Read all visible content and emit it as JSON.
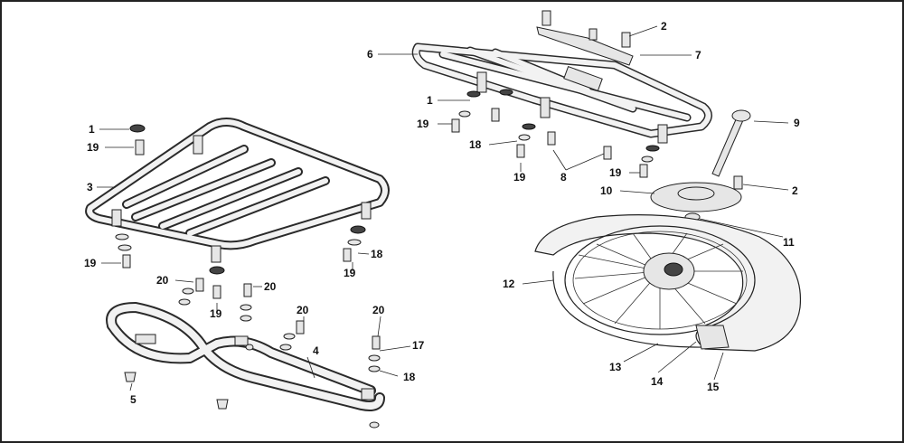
{
  "callouts": [
    {
      "id": "c1a",
      "text": "1"
    },
    {
      "id": "c19a",
      "text": "19"
    },
    {
      "id": "c3",
      "text": "3"
    },
    {
      "id": "c19b",
      "text": "19"
    },
    {
      "id": "c20a",
      "text": "20"
    },
    {
      "id": "c19c",
      "text": "19"
    },
    {
      "id": "c20b",
      "text": "20"
    },
    {
      "id": "c18a",
      "text": "18"
    },
    {
      "id": "c19d",
      "text": "19"
    },
    {
      "id": "c20c",
      "text": "20"
    },
    {
      "id": "c20d",
      "text": "20"
    },
    {
      "id": "c17",
      "text": "17"
    },
    {
      "id": "c18b",
      "text": "18"
    },
    {
      "id": "c4",
      "text": "4"
    },
    {
      "id": "c5",
      "text": "5"
    },
    {
      "id": "c6",
      "text": "6"
    },
    {
      "id": "c2a",
      "text": "2"
    },
    {
      "id": "c7",
      "text": "7"
    },
    {
      "id": "c1b",
      "text": "1"
    },
    {
      "id": "c19e",
      "text": "19"
    },
    {
      "id": "c18c",
      "text": "18"
    },
    {
      "id": "c19f",
      "text": "19"
    },
    {
      "id": "c8",
      "text": "8"
    },
    {
      "id": "c19g",
      "text": "19"
    },
    {
      "id": "c9",
      "text": "9"
    },
    {
      "id": "c2b",
      "text": "2"
    },
    {
      "id": "c10",
      "text": "10"
    },
    {
      "id": "c11",
      "text": "11"
    },
    {
      "id": "c12",
      "text": "12"
    },
    {
      "id": "c13",
      "text": "13"
    },
    {
      "id": "c14",
      "text": "14"
    },
    {
      "id": "c15",
      "text": "15"
    }
  ]
}
